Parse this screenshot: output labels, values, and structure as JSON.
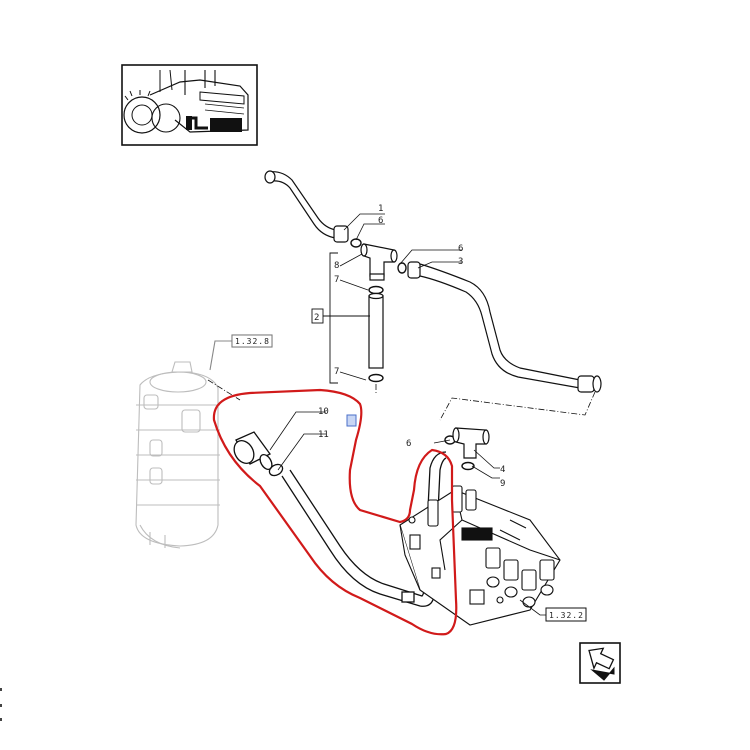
{
  "diagram": {
    "callouts": [
      {
        "id": "c1",
        "text": "1"
      },
      {
        "id": "c6a",
        "text": "6"
      },
      {
        "id": "c8",
        "text": "8"
      },
      {
        "id": "c7a",
        "text": "7"
      },
      {
        "id": "c6b",
        "text": "6"
      },
      {
        "id": "c3",
        "text": "3"
      },
      {
        "id": "c2",
        "text": "2"
      },
      {
        "id": "c7b",
        "text": "7"
      },
      {
        "id": "c10",
        "text": "10"
      },
      {
        "id": "c11",
        "text": "11"
      },
      {
        "id": "c6c",
        "text": "6"
      },
      {
        "id": "c4",
        "text": "4"
      },
      {
        "id": "c9",
        "text": "9"
      }
    ],
    "ref_boxes": [
      {
        "id": "r1",
        "text": "1.32.8"
      },
      {
        "id": "r2",
        "text": "1.32.2"
      }
    ],
    "colors": {
      "line": "#111111",
      "ghost": "#bdbdbd",
      "highlight": "#d11a1a",
      "note_blue": "#4a6fc9"
    },
    "icons": [
      "tractor-thumbnail-icon",
      "next-page-arrow-icon"
    ]
  }
}
